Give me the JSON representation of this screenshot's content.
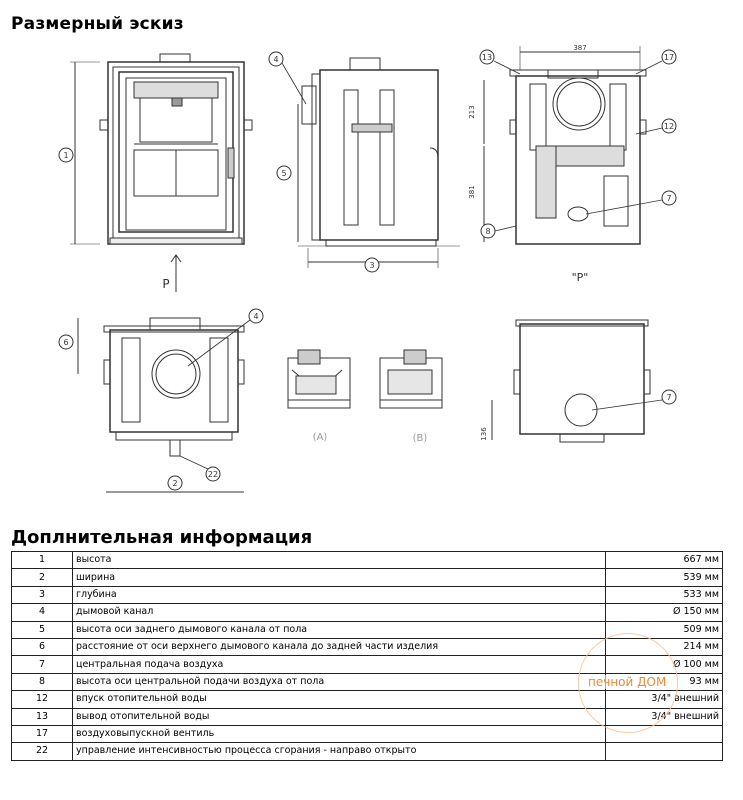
{
  "headings": {
    "sketch": "Размерный эскиз",
    "info": "Доплнительная информация"
  },
  "sketch": {
    "callouts": {
      "n1": "1",
      "n2": "2",
      "n3": "3",
      "n4": "4",
      "n5": "5",
      "n6": "6",
      "n7": "7",
      "n8": "8",
      "n12": "12",
      "n13": "13",
      "n17": "17",
      "n22": "22"
    },
    "dims": {
      "d387": "387",
      "d213": "213",
      "d381": "381",
      "d136": "136"
    },
    "view_labels": {
      "p": "P",
      "p_quoted": "\"P\"",
      "a": "(A)",
      "b": "(B)"
    }
  },
  "info_rows": [
    {
      "num": "1",
      "desc": "высота",
      "value": "667 мм"
    },
    {
      "num": "2",
      "desc": "ширина",
      "value": "539 мм"
    },
    {
      "num": "3",
      "desc": "глубина",
      "value": "533 мм"
    },
    {
      "num": "4",
      "desc": "дымовой канал",
      "value": "Ø 150 мм"
    },
    {
      "num": "5",
      "desc": "высота оси заднего дымового канала от пола",
      "value": "509 мм"
    },
    {
      "num": "6",
      "desc": "расстояние от оси верхнего дымового канала до задней части изделия",
      "value": "214 мм"
    },
    {
      "num": "7",
      "desc": "центральная подача воздуха",
      "value": "Ø 100 мм"
    },
    {
      "num": "8",
      "desc": "высота оси центральной подачи воздуха от пола",
      "value": "93 мм"
    },
    {
      "num": "12",
      "desc": "впуск отопительной воды",
      "value": "3/4\" внешний"
    },
    {
      "num": "13",
      "desc": "вывод отопительной воды",
      "value": "3/4\" внешний"
    },
    {
      "num": "17",
      "desc": "воздуховыпускной вентиль",
      "value": ""
    },
    {
      "num": "22",
      "desc": "управление интенсивностью процесса сгорания - направо открыто",
      "value": ""
    }
  ],
  "watermark": {
    "text": "печной ДОМ"
  }
}
